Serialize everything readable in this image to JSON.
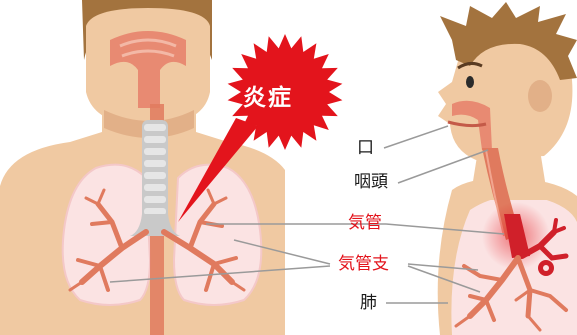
{
  "callout": {
    "text": "炎症",
    "color": "#e3141c"
  },
  "labels": {
    "mouth": "口",
    "pharynx": "咽頭",
    "trachea": "気管",
    "bronchi": "気管支",
    "lung": "肺"
  },
  "colors": {
    "skin": "#f0c9a2",
    "skin_shadow": "#e2b088",
    "hair": "#a3733e",
    "airway": "#e07a5e",
    "lung": "#fbe3e3",
    "inflamed": "#e3141c",
    "label_black": "#1a1a1a",
    "label_red": "#e3141c",
    "leader": "#9a9a9a"
  }
}
